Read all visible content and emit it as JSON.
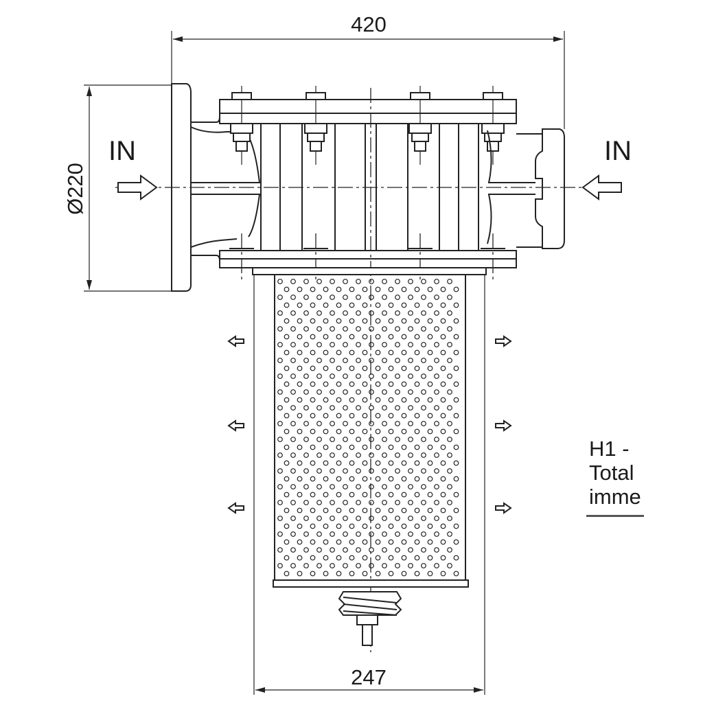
{
  "dimensions": {
    "width_overall": "420",
    "flange_diameter": "Ø220",
    "basket_width": "247"
  },
  "labels": {
    "inlet_left": "IN",
    "inlet_right": "IN"
  },
  "side_note": {
    "line1": "H1 - ",
    "line2": "Total",
    "line3": "imme"
  },
  "colors": {
    "line": "#222222",
    "background": "#ffffff"
  }
}
